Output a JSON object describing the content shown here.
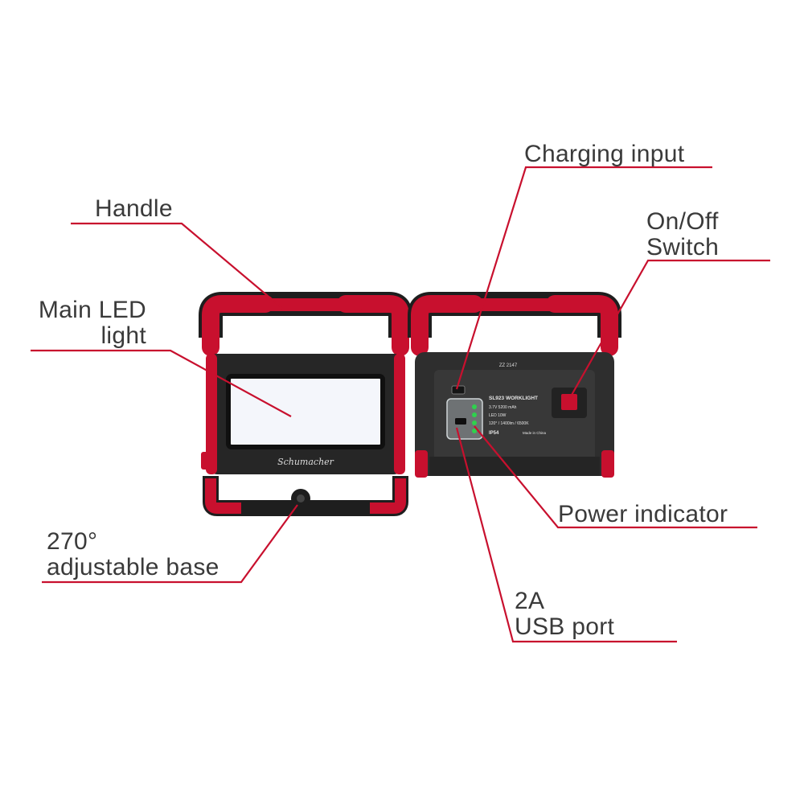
{
  "colors": {
    "accent": "#c8102e",
    "body": "#2b2b2b",
    "led": "#f4f6fb",
    "indicator": "#2fd14d",
    "text": "#3a3a3a"
  },
  "callouts": {
    "handle": "Handle",
    "main_led_line1": "Main LED",
    "main_led_line2": "light",
    "base_line1": "270°",
    "base_line2": "adjustable base",
    "charging_input": "Charging input",
    "switch_line1": "On/Off",
    "switch_line2": "Switch",
    "power_indicator": "Power indicator",
    "usb_line1": "2A",
    "usb_line2": "USB port"
  },
  "device_front": {
    "brand": "Schumacher"
  },
  "device_back": {
    "serial": "ZZ 2147",
    "label_lines": [
      "SL923 WORKLIGHT",
      "3.7V 5200 mAh",
      "LED 10W",
      "120° / 1400lm / 6500K",
      "IP54"
    ],
    "made_in": "Made in China"
  }
}
